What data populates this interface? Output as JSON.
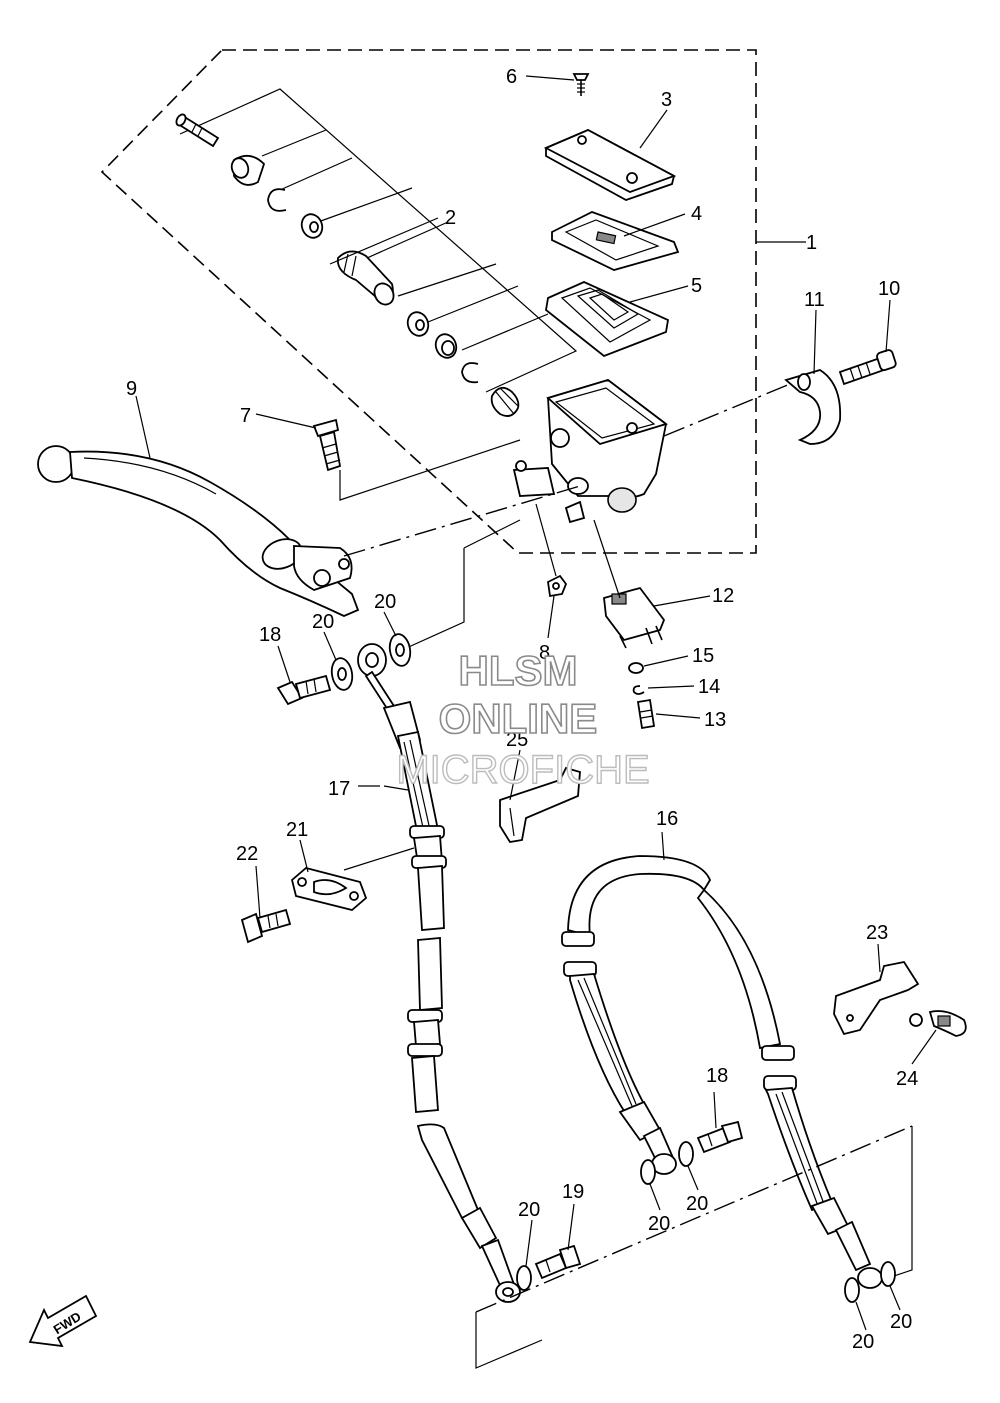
{
  "diagram": {
    "callouts": {
      "c1": "1",
      "c2": "2",
      "c3": "3",
      "c4": "4",
      "c5": "5",
      "c6": "6",
      "c7": "7",
      "c8": "8",
      "c9": "9",
      "c10": "10",
      "c11": "11",
      "c12": "12",
      "c13": "13",
      "c14": "14",
      "c15": "15",
      "c16": "16",
      "c17": "17",
      "c18a": "18",
      "c18b": "18",
      "c19": "19",
      "c20a": "20",
      "c20b": "20",
      "c20c": "20",
      "c20d": "20",
      "c20e": "20",
      "c20f": "20",
      "c20g": "20",
      "c21": "21",
      "c22": "22",
      "c23": "23",
      "c24": "24",
      "c25": "25"
    },
    "watermark": {
      "line1": "HLSM",
      "line2": "ONLINE",
      "line3": "MICROFICHE"
    },
    "direction_badge": "FWD"
  }
}
